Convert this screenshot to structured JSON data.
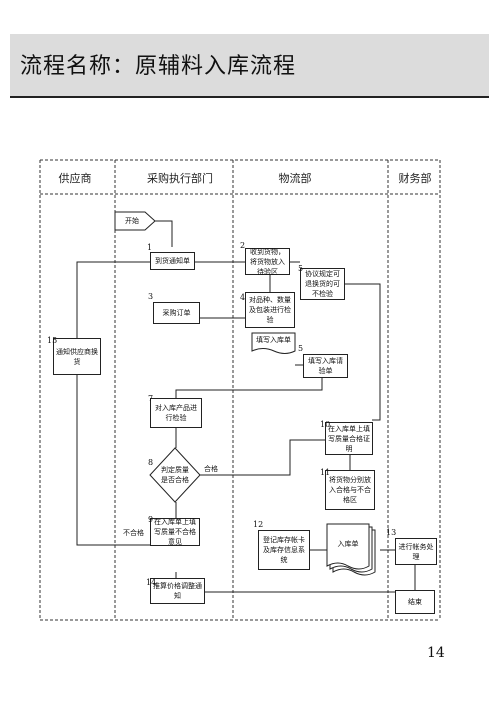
{
  "header": {
    "title": "流程名称：原辅料入库流程"
  },
  "lanes": [
    "供应商",
    "采购执行部门",
    "物流部",
    "财务部"
  ],
  "steps": {
    "start": "开始",
    "s1": "到货通知单",
    "s2": "收到货物，将货物放入待验区",
    "s3": "采购订单",
    "s4": "对品种、数量及包装进行检验",
    "s4b": "填写入库单",
    "s5a": "协议规定可退换货的可不检验",
    "s5b": "填写入库请验单",
    "s7": "对入库产品进行检验",
    "s8": "判定质量是否合格",
    "s9": "在入库单上填写质量不合格意见",
    "s10": "在入库单上填写质量合格证明",
    "s11": "将货物分别放入合格与不合格区",
    "s12": "登记库存帐卡及库存信息系统",
    "s12b": "入库单",
    "s13": "进行帐务处理",
    "s14": "推算价格调整通知",
    "s15": "通知供应商换货",
    "end": "结束"
  },
  "numbers": [
    "1",
    "2",
    "3",
    "4",
    "5",
    "5",
    "7",
    "8",
    "9",
    "10",
    "11",
    "12",
    "13",
    "14",
    "15"
  ],
  "labels": {
    "pass": "合格",
    "fail": "不合格"
  },
  "page": {
    "number": "14"
  }
}
